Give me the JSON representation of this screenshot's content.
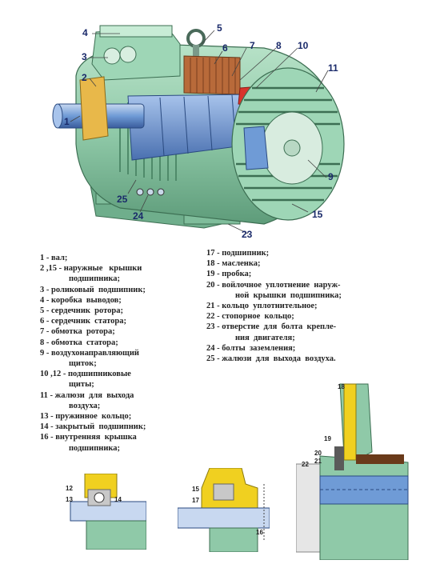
{
  "callouts": {
    "c1": "1",
    "c2": "2",
    "c3": "3",
    "c4": "4",
    "c5": "5",
    "c6": "6",
    "c7": "7",
    "c8": "8",
    "c9": "9",
    "c10": "10",
    "c11": "11",
    "c15": "15",
    "c23": "23",
    "c24": "24",
    "c25": "25"
  },
  "legend_left": [
    {
      "text": "1 - вал;",
      "cont": ""
    },
    {
      "text": "2 ,15 - наружные   крышки",
      "cont": "подшипника;"
    },
    {
      "text": "3 - роликовый  подшипник;",
      "cont": ""
    },
    {
      "text": "4 - коробка  выводов;",
      "cont": ""
    },
    {
      "text": "5 - сердечник  ротора;",
      "cont": ""
    },
    {
      "text": "6 - сердечник  статора;",
      "cont": ""
    },
    {
      "text": "7 - обмотка  ротора;",
      "cont": ""
    },
    {
      "text": "8 - обмотка  статора;",
      "cont": ""
    },
    {
      "text": "9 - воздухонаправляющий",
      "cont": "щиток;"
    },
    {
      "text": "10 ,12 - подшипниковые",
      "cont": "щиты;"
    },
    {
      "text": "11 - жалюзи  для  выхода",
      "cont": "воздуха;"
    },
    {
      "text": "13 - пружинное  кольцо;",
      "cont": ""
    },
    {
      "text": "14 - закрытый  подшипник;",
      "cont": ""
    },
    {
      "text": "16 - внутренняя  крышка",
      "cont": "подшипника;"
    }
  ],
  "legend_right": [
    {
      "text": "17 - подшипник;",
      "cont": ""
    },
    {
      "text": "18 - масленка;",
      "cont": ""
    },
    {
      "text": "19 - пробка;",
      "cont": ""
    },
    {
      "text": "20 - войлочное  уплотнение  наруж-",
      "cont": "ной  крышки  подшипника;"
    },
    {
      "text": "21 - кольцо  уплотнительное;",
      "cont": ""
    },
    {
      "text": "22 - стопорное  кольцо;",
      "cont": ""
    },
    {
      "text": "23 - отверстие  для  болта  крепле-",
      "cont": "ния  двигателя;"
    },
    {
      "text": "24 - болты  заземления;",
      "cont": ""
    },
    {
      "text": "25 - жалюзи  для  выхода  воздуха.",
      "cont": ""
    }
  ],
  "detail_labels": {
    "d18": "18",
    "d19": "19",
    "d20": "20",
    "d21": "21",
    "d22": "22",
    "d12": "12",
    "d13": "13",
    "d14": "14",
    "d15": "15",
    "d17": "17",
    "d16": "16"
  },
  "colors": {
    "housing": "#8fc9a8",
    "housing_dark": "#5e9c7a",
    "blue": "#6f9bd6",
    "copper": "#b86a3a",
    "red": "#d8342c",
    "yellow": "#f0d020",
    "label": "#1a2a6a"
  }
}
